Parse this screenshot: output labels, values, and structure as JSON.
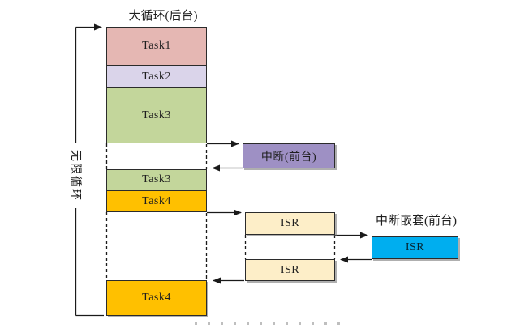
{
  "diagram": {
    "title": "大循环(后台)",
    "infinite_loop_label": "无限循环",
    "nested_interrupt_label": "中断嵌套(前台)",
    "blocks": {
      "task1": "Task1",
      "task2": "Task2",
      "task3_first": "Task3",
      "task3_resumed": "Task3",
      "task4_first": "Task4",
      "task4_resumed": "Task4",
      "interrupt": "中断(前台)",
      "isr_first": "ISR",
      "isr_second": "ISR",
      "isr_nested": "ISR"
    },
    "colors": {
      "task1": "#e5b7b3",
      "task2": "#dad4ea",
      "task3": "#c3d69b",
      "task4": "#ffc000",
      "interrupt": "#9e90c4",
      "isr": "#fdeec8",
      "isr_nested": "#00aeef",
      "connector": "#1a1a1a"
    }
  }
}
